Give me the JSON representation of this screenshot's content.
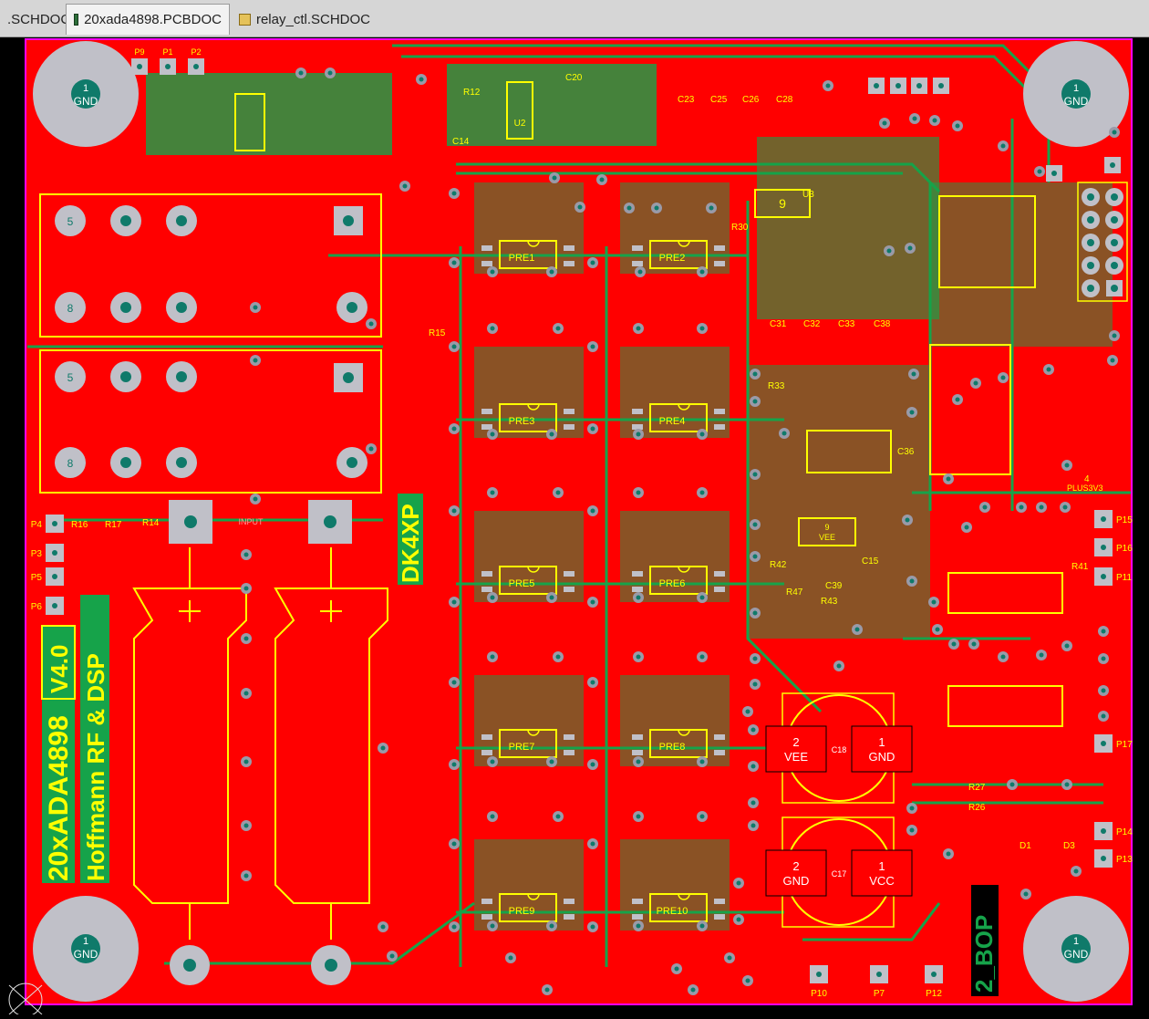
{
  "tabs": [
    {
      "label": ".SCHDOC",
      "icon": "schematic-doc-icon",
      "active": false
    },
    {
      "label": "20xada4898.PCBDOC",
      "icon": "pcb-doc-icon",
      "active": true
    },
    {
      "label": "relay_ctl.SCHDOC",
      "icon": "schematic-doc-icon",
      "active": false
    }
  ],
  "colors": {
    "copper": "#ff0000",
    "board_outline": "#ff00ff",
    "silkscreen": "#ffff00",
    "trace": "#16a34a",
    "pad": "#c0c0c8",
    "via_ring": "#9a9aa8",
    "via_hole": "#0f7a6a",
    "background": "#000000"
  },
  "board": {
    "mounting_holes": [
      {
        "num": "1",
        "net": "GND"
      },
      {
        "num": "1",
        "net": "GND"
      },
      {
        "num": "1",
        "net": "GND"
      },
      {
        "num": "1",
        "net": "GND"
      }
    ],
    "title_lines": [
      "20xADA4898",
      "V4.0",
      "Hoffmann RF & DSP"
    ],
    "callsign": "DK4XP",
    "board_rev": "2_BOP",
    "preamps": [
      "PRE1",
      "PRE2",
      "PRE3",
      "PRE4",
      "PRE5",
      "PRE6",
      "PRE7",
      "PRE8",
      "PRE9",
      "PRE10"
    ],
    "pads": {
      "P1": "P1",
      "P2": "P2",
      "P3": "P3",
      "P4": "P4",
      "P5": "P5",
      "P6": "P6",
      "P7": "P7",
      "P9": "P9",
      "P10": "P10",
      "P11": "P11",
      "P12": "P12",
      "P14": "P14",
      "P15": "P15",
      "P16": "P16",
      "P17": "P17"
    },
    "relay_pins": [
      "5",
      "8",
      "5",
      "8"
    ],
    "input_label": "INPUT",
    "power_caps": [
      {
        "num": "2",
        "net": "VEE",
        "ref": "C18"
      },
      {
        "num": "1",
        "net": "GND",
        "ref": "C18"
      },
      {
        "num": "2",
        "net": "GND",
        "ref": "C17"
      },
      {
        "num": "1",
        "net": "VCC",
        "ref": "C17"
      }
    ],
    "misc_labels": {
      "u2": "U2",
      "u3": "U3",
      "c20": "C20",
      "c14": "C14",
      "c23": "C23",
      "c25": "C25",
      "c26": "C26",
      "c28": "C28",
      "c31": "C31",
      "c32": "C32",
      "c33": "C33",
      "c38": "C38",
      "c36": "C36",
      "c39": "C39",
      "c15": "C15",
      "r12": "R12",
      "r14": "R14",
      "r15": "R15",
      "r16": "R16",
      "r17": "R17",
      "r26": "R26",
      "r27": "R27",
      "r30": "R30",
      "r33": "R33",
      "r41": "R41",
      "r42": "R42",
      "r43": "R43",
      "r47": "R47",
      "d1": "D1",
      "d3": "D3",
      "plus3v3": "PLUS3V3",
      "four": "4",
      "nine_a": "9",
      "nine_b": "9",
      "vee": "VEE"
    }
  }
}
